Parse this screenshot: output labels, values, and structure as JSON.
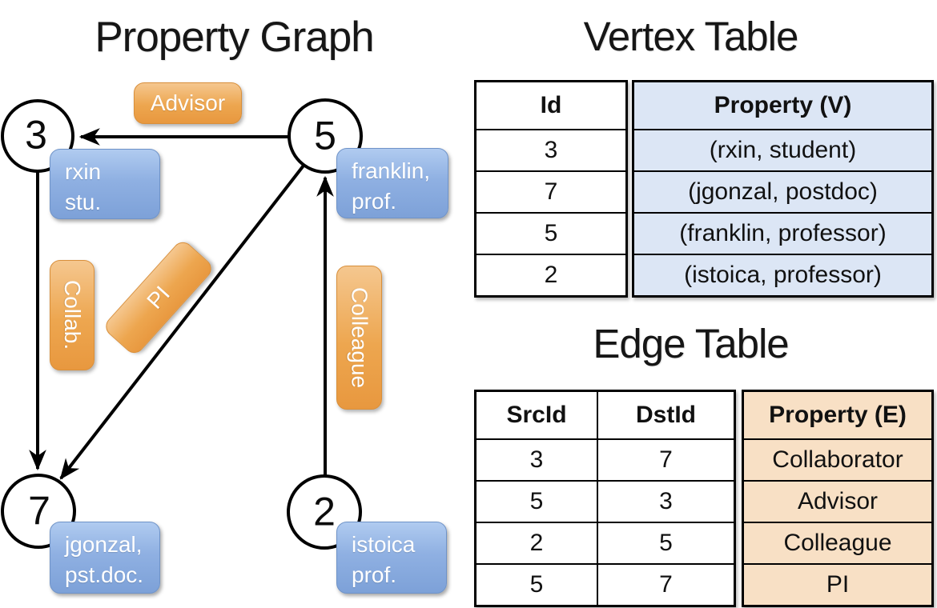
{
  "graph": {
    "title": "Property Graph",
    "nodes": [
      {
        "id": "3",
        "property_line1": "rxin",
        "property_line2": "stu."
      },
      {
        "id": "5",
        "property_line1": "franklin,",
        "property_line2": "prof."
      },
      {
        "id": "7",
        "property_line1": "jgonzal,",
        "property_line2": "pst.doc."
      },
      {
        "id": "2",
        "property_line1": "istoica",
        "property_line2": "prof."
      }
    ],
    "edge_labels": [
      {
        "text": "Advisor"
      },
      {
        "text": "Collab."
      },
      {
        "text": "PI"
      },
      {
        "text": "Colleague"
      }
    ]
  },
  "vertex_table": {
    "title": "Vertex Table",
    "id_header": "Id",
    "property_header": "Property (V)",
    "rows": [
      {
        "id": "3",
        "property": "(rxin, student)"
      },
      {
        "id": "7",
        "property": "(jgonzal, postdoc)"
      },
      {
        "id": "5",
        "property": "(franklin, professor)"
      },
      {
        "id": "2",
        "property": "(istoica, professor)"
      }
    ]
  },
  "edge_table": {
    "title": "Edge Table",
    "src_header": "SrcId",
    "dst_header": "DstId",
    "property_header": "Property (E)",
    "rows": [
      {
        "src": "3",
        "dst": "7",
        "property": "Collaborator"
      },
      {
        "src": "5",
        "dst": "3",
        "property": "Advisor"
      },
      {
        "src": "2",
        "dst": "5",
        "property": "Colleague"
      },
      {
        "src": "5",
        "dst": "7",
        "property": "PI"
      }
    ]
  },
  "colors": {
    "edge_label_orange": "#eda64f",
    "vertex_card_blue": "#8fb0e2",
    "vertex_table_fill": "#dce6f5",
    "edge_table_fill": "#f8e0c5",
    "line_black": "#000000"
  }
}
